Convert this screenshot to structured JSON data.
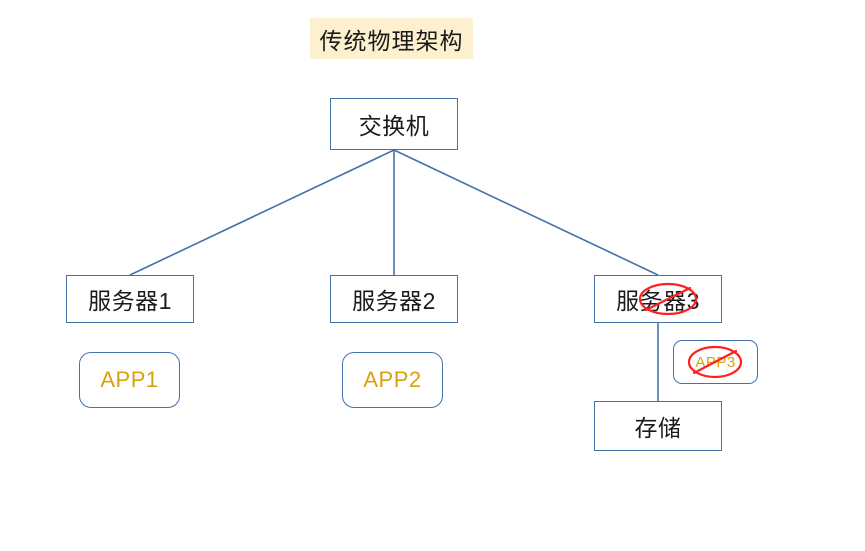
{
  "diagram": {
    "title": "传统物理架构",
    "title_bg_color": "#fdf0ce",
    "line_color": "#4472a8",
    "box_border_color": "#4472a8",
    "box_text_color": "#1a1a1a",
    "app_text_color": "#d6a210",
    "annotation_color": "#ff0000",
    "canvas_bg_color": "#ffffff",
    "nodes": {
      "switch": "交换机",
      "server1": "服务器1",
      "server2": "服务器2",
      "server3": "服务器3",
      "app1": "APP1",
      "app2": "APP2",
      "app3": "APP3",
      "storage": "存储"
    },
    "annotations": [
      {
        "name": "server3-cross-out",
        "type": "ellipse-with-slash",
        "target": "服务器3",
        "color": "#ff0000"
      },
      {
        "name": "app3-cross-out",
        "type": "ellipse-with-slash",
        "target": "APP3",
        "color": "#ff0000"
      }
    ],
    "connections": [
      {
        "from": "交换机",
        "to": "服务器1"
      },
      {
        "from": "交换机",
        "to": "服务器2"
      },
      {
        "from": "交换机",
        "to": "服务器3"
      },
      {
        "from": "服务器3",
        "to": "存储"
      }
    ]
  }
}
